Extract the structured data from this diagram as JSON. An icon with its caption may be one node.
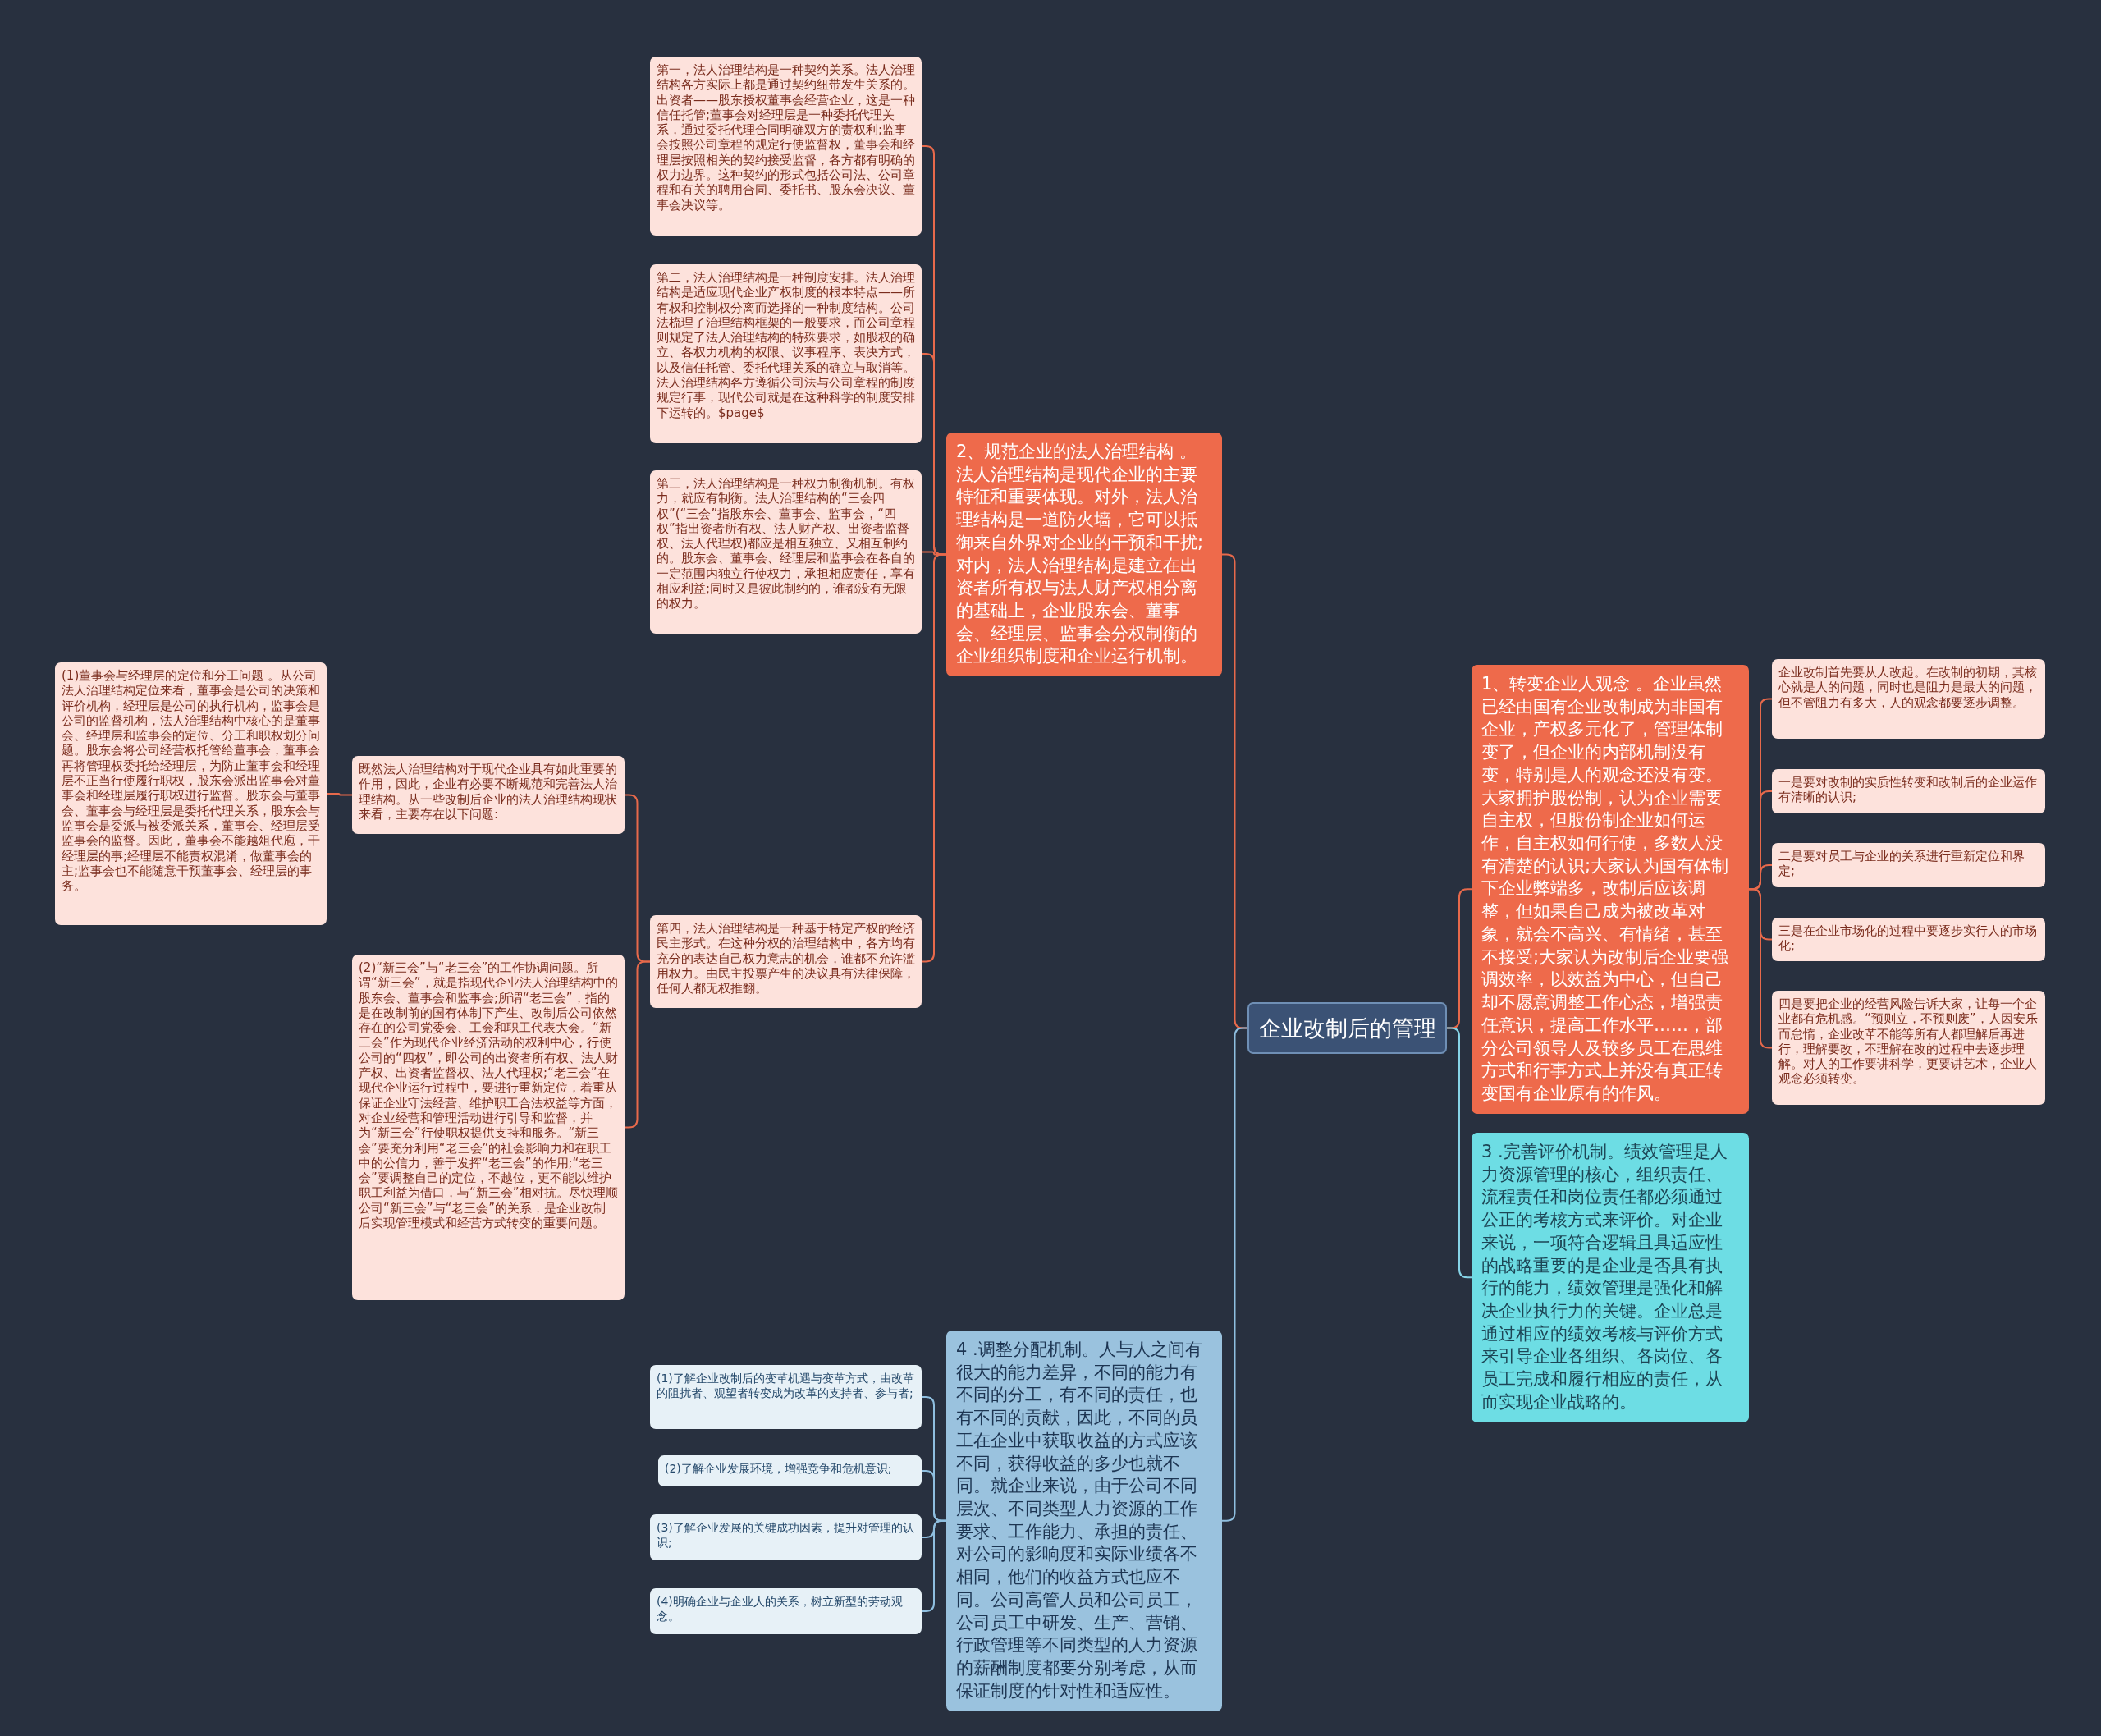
{
  "diagram": {
    "nodes": [
      {
        "text": [
          "企业改制后的管理"
        ]
      },
      {
        "text": [
          "2、规范企业的法人治理结构 。法人治理结构是现代企业的主要特征和重要体现。对外，法人治理结构是一道防火墙，它可以抵御来自外界对企业的干预和干扰;对内，法人治理结构是建立在出资者所有权与法人财产权相分离的基础上，企业股东会、董事会、经理层、监事会分权制衡的企业组织制度和企业运行机制。"
        ]
      },
      {
        "text": [
          "第一，法人治理结构是一种契约关系。法人治理结构各方实际上都是通过契约纽带发生关系的。出资者——股东授权董事会经营企业，这是一种信任托管;董事会对经理层是一种委托代理关系，通过委托代理合同明确双方的责权利;监事会按照公司章程的规定行使监督权，董事会和经理层按照相关的契约接受监督，各方都有明确的权力边界。这种契约的形式包括公司法、公司章程和有关的聘用合同、委托书、股东会决议、董事会决议等。"
        ]
      },
      {
        "text": [
          "第二，法人治理结构是一种制度安排。法人治理结构是适应现代企业产权制度的根本特点——所有权和控制权分离而选择的一种制度结构。公司法梳理了治理结构框架的一般要求，而公司章程则规定了法人治理结构的特殊要求，如股权的确立、各权力机构的权限、议事程序、表决方式，以及信任托管、委托代理关系的确立与取消等。法人治理结构各方遵循公司法与公司章程的制度规定行事，现代公司就是在这种科学的制度安排下运转的。$page$"
        ]
      },
      {
        "text": [
          "第三，法人治理结构是一种权力制衡机制。有权力，就应有制衡。法人治理结构的“三会四权”(“三会”指股东会、董事会、监事会，“四权”指出资者所有权、法人财产权、出资者监督权、法人代理权)都应是相互独立、又相互制约的。股东会、董事会、经理层和监事会在各自的一定范围内独立行使权力，承担相应责任，享有相应利益;同时又是彼此制约的，谁都没有无限的权力。"
        ]
      },
      {
        "text": [
          "既然法人治理结构对于现代企业具有如此重要的作用，因此，企业有必要不断规范和完善法人治理结构。从一些改制后企业的法人治理结构现状来看，主要存在以下问题:"
        ]
      },
      {
        "text": [
          "(1)董事会与经理层的定位和分工问题 。从公司法人治理结构定位来看，董事会是公司的决策和评价机构，经理层是公司的执行机构，监事会是公司的监督机构，法人治理结构中核心的是董事会、经理层和监事会的定位、分工和职权划分问题。股东会将公司经营权托管给董事会，董事会再将管理权委托给经理层，为防止董事会和经理层不正当行使履行职权，股东会派出监事会对董事会和经理层履行职权进行监督。股东会与董事会、董事会与经理层是委托代理关系，股东会与监事会是委派与被委派关系，董事会、经理层受监事会的监督。因此，董事会不能越俎代庖，干经理层的事;经理层不能责权混淆，做董事会的主;监事会也不能随意干预董事会、经理层的事务。"
        ]
      },
      {
        "text": [
          "(2)“新三会”与“老三会”的工作协调问题。所谓“新三会”，就是指现代企业法人治理结构中的股东会、董事会和监事会;所谓“老三会”，指的是在改制前的国有体制下产生、改制后公司依然存在的公司党委会、工会和职工代表大会。“新三会”作为现代企业经济活动的权利中心，行使公司的“四权”，即公司的出资者所有权、法人财产权、出资者监督权、法人代理权;“老三会”在现代企业运行过程中，要进行重新定位，着重从保证企业守法经营、维护职工合法权益等方面，对企业经营和管理活动进行引导和监督，并为“新三会”行使职权提供支持和服务。“新三会”要充分利用“老三会”的社会影响力和在职工中的公信力，善于发挥“老三会”的作用;“老三会”要调整自己的定位，不越位，更不能以维护职工利益为借口，与“新三会”相对抗。尽快理顺公司“新三会”与“老三会”的关系，是企业改制后实现管理模式和经营方式转变的重要问题。"
        ]
      },
      {
        "text": [
          "第四，法人治理结构是一种基于特定产权的经济民主形式。在这种分权的治理结构中，各方均有充分的表达自己权力意志的机会，谁都不允许滥用权力。由民主投票产生的决议具有法律保障，任何人都无权推翻。"
        ]
      },
      {
        "text": [
          "1、转变企业人观念 。企业虽然已经由国有企业改制成为非国有企业，产权多元化了，管理体制变了，但企业的内部机制没有变，特别是人的观念还没有变。大家拥护股份制，认为企业需要自主权，但股份制企业如何运作，自主权如何行使，多数人没有清楚的认识;大家认为国有体制下企业弊端多，改制后应该调整，但如果自己成为被改革对象，就会不高兴、有情绪，甚至不接受;大家认为改制后企业要强调效率，以效益为中心，但自己却不愿意调整工作心态，增强责任意识，提高工作水平……，部分公司领导人及较多员工在思维方式和行事方式上并没有真正转变国有企业原有的作风。"
        ]
      },
      {
        "text": [
          "企业改制首先要从人改起。在改制的初期，其核心就是人的问题，同时也是阻力是最大的问题，但不管阻力有多大，人的观念都要逐步调整。"
        ]
      },
      {
        "text": [
          "一是要对改制的实质性转变和改制后的企业运作有清晰的认识;"
        ]
      },
      {
        "text": [
          "二是要对员工与企业的关系进行重新定位和界定;"
        ]
      },
      {
        "text": [
          "三是在企业市场化的过程中要逐步实行人的市场化;"
        ]
      },
      {
        "text": [
          "四是要把企业的经营风险告诉大家，让每一个企业都有危机感。“预则立，不预则废”，人因安乐而怠惰，企业改革不能等所有人都理解后再进行，理解要改，不理解在改的过程中去逐步理解。对人的工作要讲科学，更要讲艺术，企业人观念必须转变。"
        ]
      },
      {
        "text": [
          "3 .完善评价机制。绩效管理是人力资源管理的核心，组织责任、流程责任和岗位责任都必须通过公正的考核方式来评价。对企业来说，一项符合逻辑且具适应性的战略重要的是企业是否具有执行的能力，绩效管理是强化和解决企业执行力的关键。企业总是通过相应的绩效考核与评价方式来引导企业各组织、各岗位、各员工完成和履行相应的责任，从而实现企业战略的。"
        ]
      },
      {
        "text": [
          "4 .调整分配机制。人与人之间有很大的能力差异，不同的能力有不同的分工，有不同的责任，也有不同的贡献，因此，不同的员工在企业中获取收益的方式应该不同，获得收益的多少也就不同。就企业来说，由于公司不同层次、不同类型人力资源的工作要求、工作能力、承担的责任、对公司的影响度和实际业绩各不相同，他们的收益方式也应不同。公司高管人员和公司员工，公司员工中研发、生产、营销、行政管理等不同类型的人力资源的薪酬制度都要分别考虑，从而保证制度的针对性和适应性。"
        ]
      },
      {
        "text": [
          "(1)了解企业改制后的变革机遇与变革方式，由改革的阻扰者、观望者转变成为改革的支持者、参与者;"
        ]
      },
      {
        "text": [
          "(2)了解企业发展环境，增强竞争和危机意识;"
        ]
      },
      {
        "text": [
          "(3)了解企业发展的关键成功因素，提升对管理的认识;"
        ]
      },
      {
        "text": [
          "(4)明确企业与企业人的关系，树立新型的劳动观念。"
        ]
      }
    ],
    "edges": [
      {
        "from": 0,
        "to": 1,
        "arrow": "none"
      },
      {
        "from": 1,
        "to": 2,
        "arrow": "none"
      },
      {
        "from": 1,
        "to": 3,
        "arrow": "none"
      },
      {
        "from": 1,
        "to": 4,
        "arrow": "none"
      },
      {
        "from": 1,
        "to": 8,
        "arrow": "none"
      },
      {
        "from": 8,
        "to": 5,
        "arrow": "none"
      },
      {
        "from": 5,
        "to": 6,
        "arrow": "none"
      },
      {
        "from": 8,
        "to": 7,
        "arrow": "none"
      },
      {
        "from": 0,
        "to": 9,
        "arrow": "none"
      },
      {
        "from": 9,
        "to": 10,
        "arrow": "none"
      },
      {
        "from": 9,
        "to": 11,
        "arrow": "none"
      },
      {
        "from": 9,
        "to": 12,
        "arrow": "none"
      },
      {
        "from": 9,
        "to": 13,
        "arrow": "none"
      },
      {
        "from": 9,
        "to": 14,
        "arrow": "none"
      },
      {
        "from": 0,
        "to": 15,
        "arrow": "none",
        "color": "#86d3e6"
      },
      {
        "from": 0,
        "to": 16,
        "arrow": "none",
        "color": "#8fbfe0"
      },
      {
        "from": 16,
        "to": 17,
        "arrow": "none",
        "color": "#8fbfe0"
      },
      {
        "from": 16,
        "to": 18,
        "arrow": "none",
        "color": "#8fbfe0"
      },
      {
        "from": 16,
        "to": 19,
        "arrow": "none",
        "color": "#8fbfe0"
      },
      {
        "from": 16,
        "to": 20,
        "arrow": "none",
        "color": "#8fbfe0"
      }
    ]
  }
}
